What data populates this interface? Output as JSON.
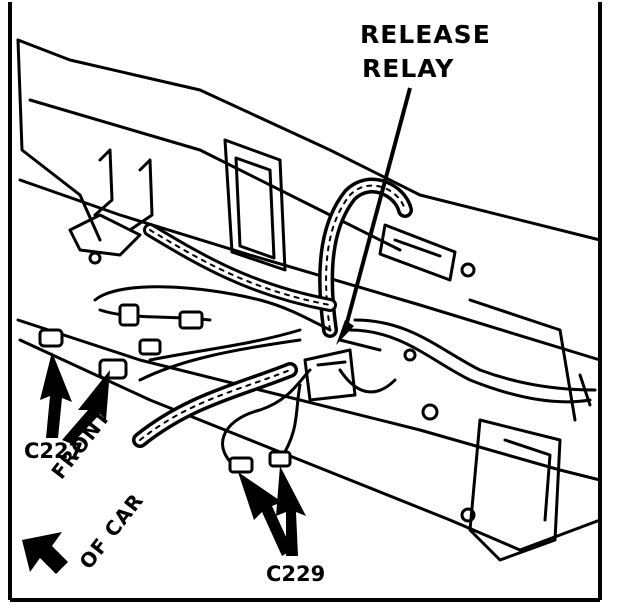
{
  "labels": {
    "release_line1": "RELEASE",
    "release_line2": "RELAY",
    "connector_left": "C227",
    "connector_bottom": "C229",
    "direction_line1": "FRONT",
    "direction_line2": "OF CAR"
  },
  "colors": {
    "ink": "#000000",
    "paper": "#ffffff"
  }
}
